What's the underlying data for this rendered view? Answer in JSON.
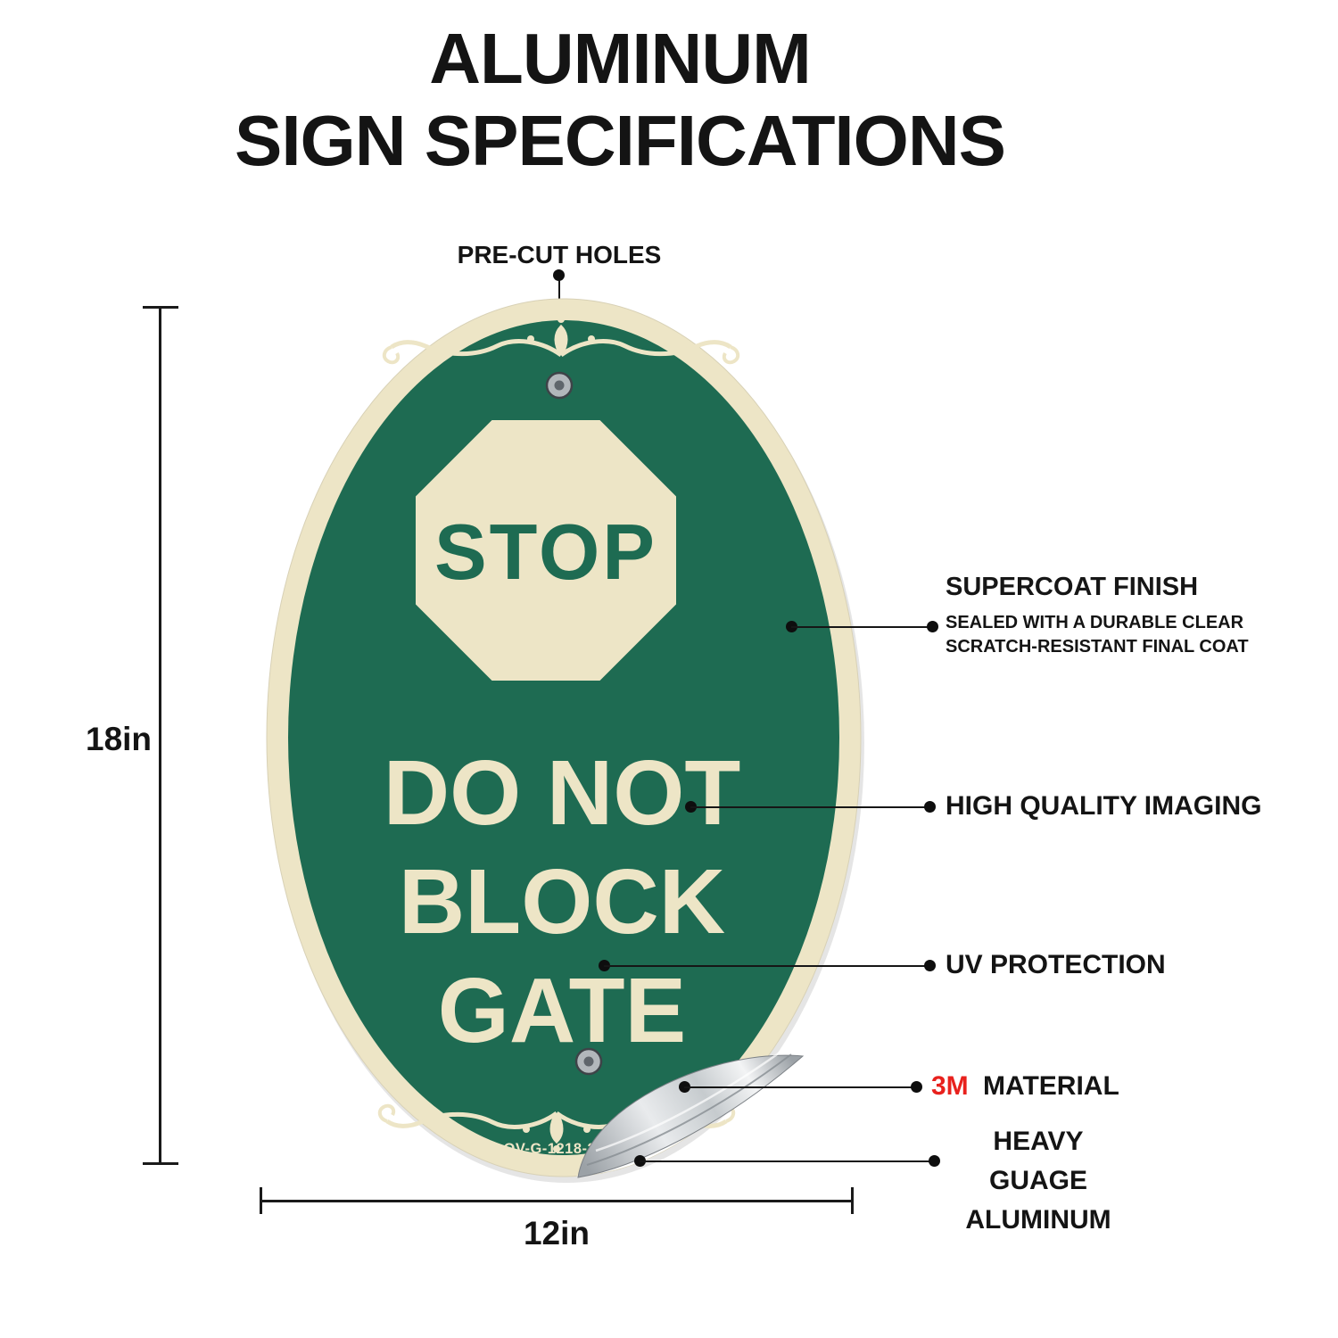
{
  "page": {
    "title_line1": "ALUMINUM",
    "title_line2": "SIGN SPECIFICATIONS"
  },
  "sign": {
    "stop_label": "STOP",
    "message": [
      "DO NOT",
      "BLOCK",
      "GATE"
    ],
    "sku": "A-OV-G-1218-22",
    "colors": {
      "green": "#1E6B52",
      "cream": "#EDE5C6",
      "metal_light": "#E9EBED",
      "metal_dark": "#9BA1A6"
    }
  },
  "dimensions": {
    "height_label": "18in",
    "width_label": "12in"
  },
  "callouts": {
    "precut_holes": {
      "label": "PRE-CUT HOLES"
    },
    "supercoat": {
      "title": "SUPERCOAT FINISH",
      "subtitle_line1": "SEALED WITH A DURABLE CLEAR",
      "subtitle_line2": "SCRATCH-RESISTANT FINAL COAT"
    },
    "imaging": {
      "label": "HIGH QUALITY IMAGING"
    },
    "uv": {
      "label": "UV PROTECTION"
    },
    "material": {
      "brand": "3M",
      "label": "MATERIAL"
    },
    "aluminum": {
      "line1": "HEAVY GUAGE",
      "line2": "ALUMINUM"
    }
  }
}
